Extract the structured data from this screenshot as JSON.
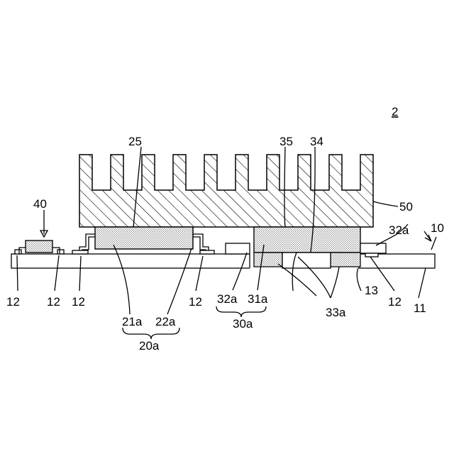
{
  "figure": {
    "figure_number": "2",
    "labels": {
      "heatsink": "50",
      "board": "10",
      "board_body": "11",
      "pad": "12",
      "hole": "13",
      "comp_40": "40",
      "comp_20a": "20a",
      "body_21a": "21a",
      "lead_22a": "22a",
      "tim_25": "25",
      "comp_30a": "30a",
      "body_31a": "31a",
      "lead_32a": "32a",
      "bump_33a": "33a",
      "tim_35": "35",
      "gap_34": "34"
    }
  },
  "colors": {
    "line": "#000000",
    "background": "#ffffff"
  }
}
